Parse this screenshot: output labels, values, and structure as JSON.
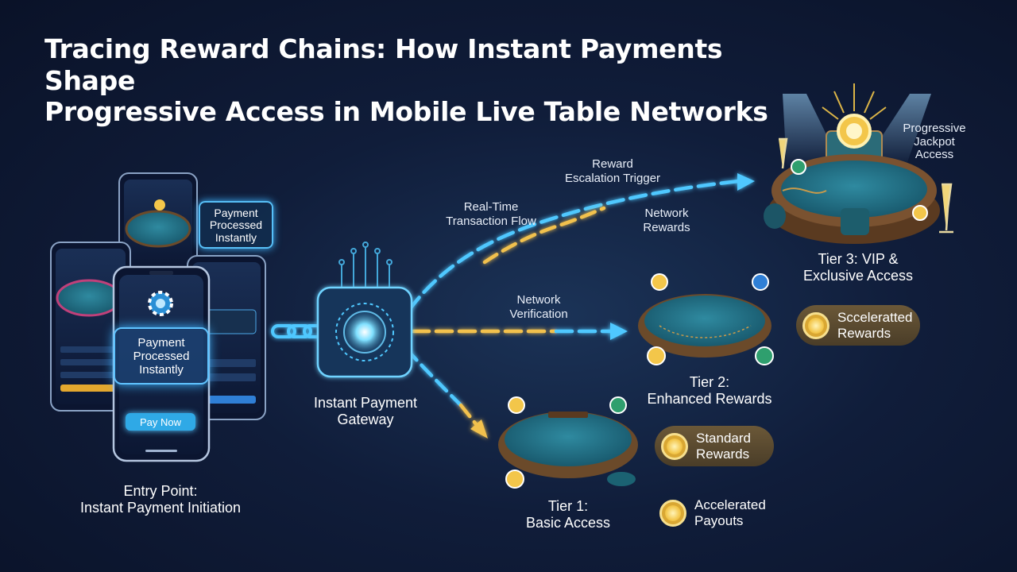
{
  "title": {
    "line1": "Tracing Reward Chains: How Instant Payments Shape",
    "line2": "Progressive Access in Mobile Live Table Networks"
  },
  "entry": {
    "label_line1": "Entry Point:",
    "label_line2": "Instant Payment Initiation",
    "card_line1": "Payment",
    "card_line2": "Processed",
    "card_line3": "Instantly",
    "bubble_line1": "Payment",
    "bubble_line2": "Processed",
    "bubble_line3": "Instantly",
    "pay_button": "Pay Now"
  },
  "gateway": {
    "label_line1": "Instant Payment",
    "label_line2": "Gateway"
  },
  "flows": {
    "realtime_line1": "Real-Time",
    "realtime_line2": "Transaction Flow",
    "escalation_line1": "Reward",
    "escalation_line2": "Escalation Trigger",
    "network_rewards_line1": "Network",
    "network_rewards_line2": "Rewards",
    "verification_line1": "Network",
    "verification_line2": "Verification"
  },
  "tiers": {
    "tier3_line1": "Tier 3: VIP &",
    "tier3_line2": "Exclusive Access",
    "tier3_badge_line1": "Progressive",
    "tier3_badge_line2": "Jackpot",
    "tier3_badge_line3": "Access",
    "tier2_line1": "Tier 2:",
    "tier2_line2": "Enhanced Rewards",
    "tier2_badge_line1": "Scceleratted",
    "tier2_badge_line2": "Rewards",
    "tier1_line1": "Tier 1:",
    "tier1_line2": "Basic Access",
    "tier1_badge_line1": "Standard",
    "tier1_badge_line2": "Rewards",
    "tier1_extra_line1": "Accelerated",
    "tier1_extra_line2": "Payouts"
  },
  "colors": {
    "chain_blue": "#4fc8ff",
    "chain_gold": "#f2c14e",
    "table_felt": "#1f6b7e",
    "table_rim": "#6b4a2a",
    "accent_gold": "#f3c64a"
  },
  "icons": [
    "chip-icon",
    "coin-icon",
    "gateway-chip-icon",
    "chain-arrow-icon",
    "spotlight-icon",
    "champagne-icon"
  ]
}
